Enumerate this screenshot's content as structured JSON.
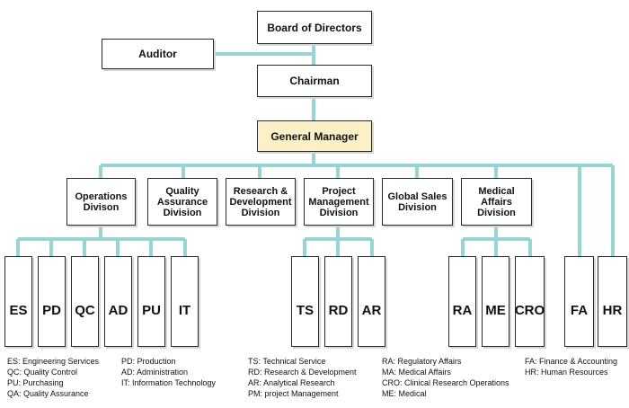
{
  "top": {
    "board": "Board of Directors",
    "auditor": "Auditor",
    "chairman": "Chairman",
    "general_manager": "General Manager"
  },
  "divisions": {
    "operations": "Operations Divison",
    "quality": "Quality Assurance Division",
    "research": "Research & Development Division",
    "project": "Project Management Division",
    "global_sales": "Global Sales Division",
    "medical": "Medical Affairs Division"
  },
  "units": {
    "es": "ES",
    "pd": "PD",
    "qc": "QC",
    "ad": "AD",
    "pu": "PU",
    "it": "IT",
    "ts": "TS",
    "rd": "RD",
    "ar": "AR",
    "ra": "RA",
    "me": "ME",
    "cro": "CRO",
    "fa": "FA",
    "hr": "HR"
  },
  "legend": {
    "col1": [
      "ES: Engineering Services",
      "QC: Quality Control",
      "PU: Purchasing",
      "QA: Quality Assurance"
    ],
    "col2": [
      "PD: Production",
      "AD: Administration",
      "IT: Information Technology"
    ],
    "col3": [
      "TS: Technical Service",
      "RD: Research & Development",
      "AR: Analytical Research",
      "PM: project Management"
    ],
    "col4": [
      "RA: Regulatory Affairs",
      "MA: Medical Affairs",
      "CRO: Clinical Research Operations",
      "ME: Medical"
    ],
    "col5": [
      "FA: Finance & Accounting",
      "HR: Human Resources"
    ]
  },
  "colors": {
    "connector": "#98d4d6",
    "general_manager_fill": "#fbf0c6",
    "box_border": "#2b2b2b"
  }
}
